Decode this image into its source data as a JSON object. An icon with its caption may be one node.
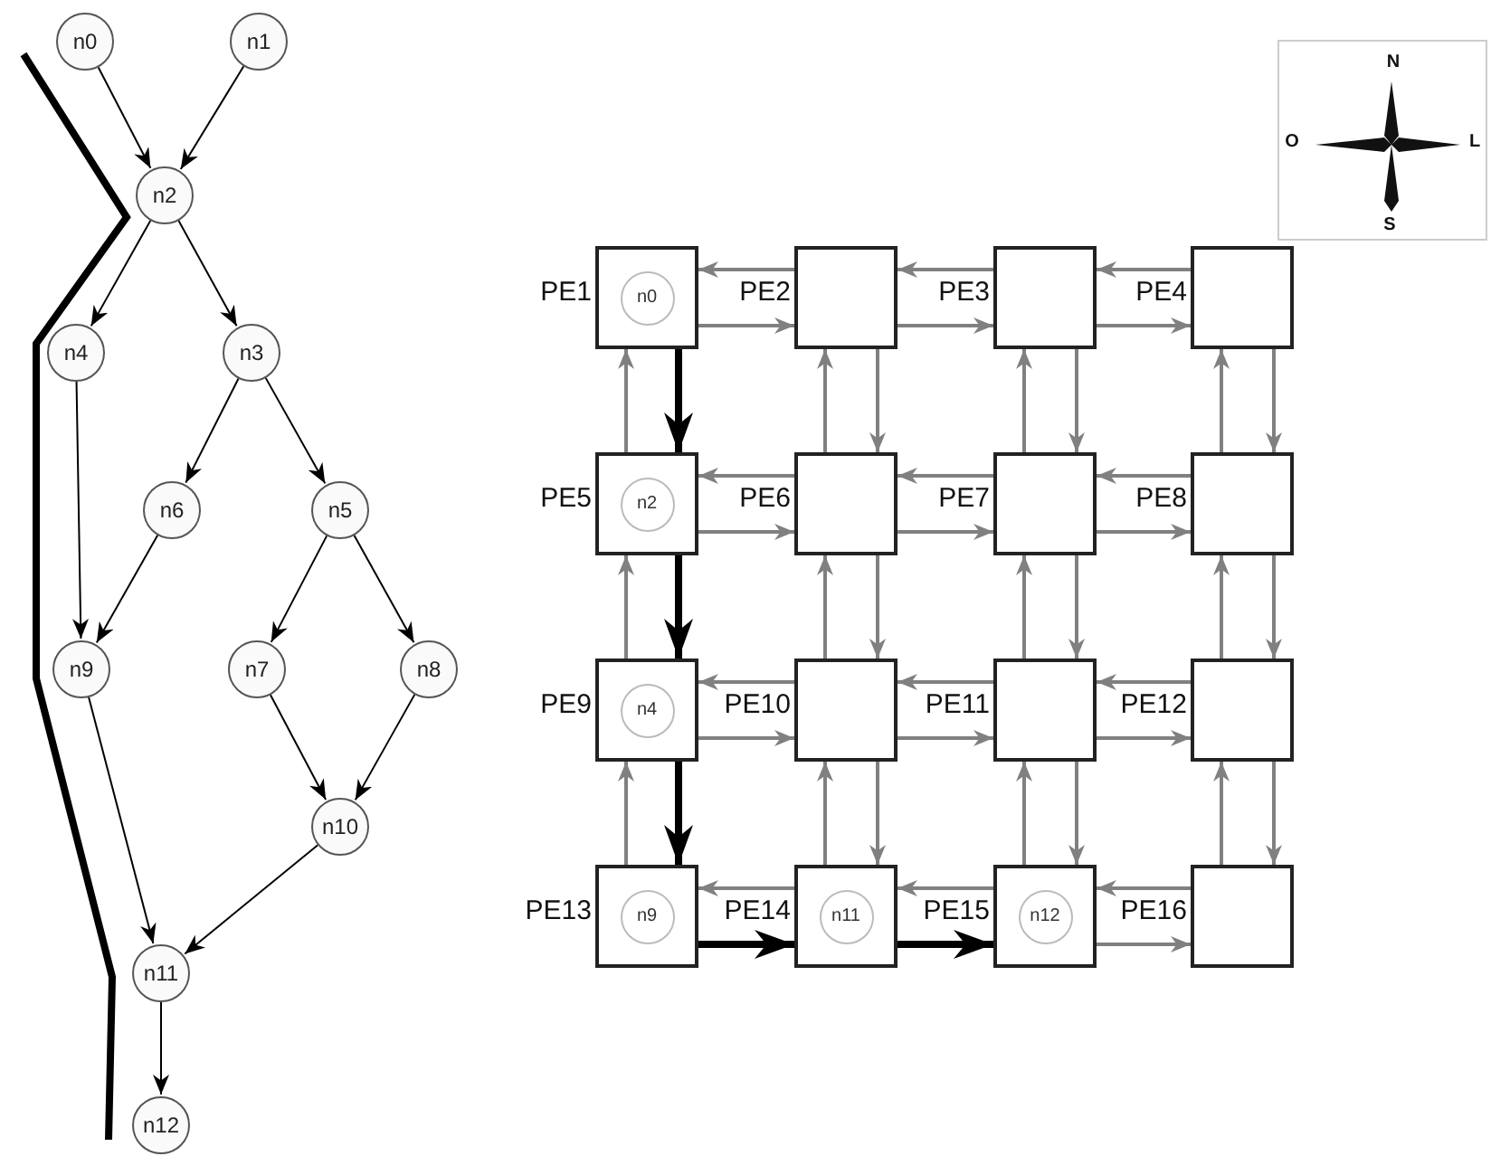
{
  "diagram": {
    "nodes": [
      {
        "text": [
          "n0"
        ]
      },
      {
        "text": [
          "n1"
        ]
      },
      {
        "text": [
          "n2"
        ]
      },
      {
        "text": [
          "n4"
        ]
      },
      {
        "text": [
          "n3"
        ]
      },
      {
        "text": [
          "n6"
        ]
      },
      {
        "text": [
          "n5"
        ]
      },
      {
        "text": [
          "n9"
        ]
      },
      {
        "text": [
          "n7"
        ]
      },
      {
        "text": [
          "n8"
        ]
      },
      {
        "text": [
          "n10"
        ]
      },
      {
        "text": [
          "n11"
        ]
      },
      {
        "text": [
          "n12"
        ]
      },
      {
        "text": [
          "PE1"
        ]
      },
      {
        "text": [
          "n0"
        ],
        "in": 13
      },
      {
        "text": [
          "PE2"
        ]
      },
      {
        "text": [
          "PE3"
        ]
      },
      {
        "text": [
          "PE4"
        ]
      },
      {
        "text": [
          "PE5"
        ]
      },
      {
        "text": [
          "n2"
        ],
        "in": 18
      },
      {
        "text": [
          "PE6"
        ]
      },
      {
        "text": [
          "PE7"
        ]
      },
      {
        "text": [
          "PE8"
        ]
      },
      {
        "text": [
          "PE9"
        ]
      },
      {
        "text": [
          "n4"
        ],
        "in": 23
      },
      {
        "text": [
          "PE10"
        ]
      },
      {
        "text": [
          "PE11"
        ]
      },
      {
        "text": [
          "PE12"
        ]
      },
      {
        "text": [
          "PE13"
        ]
      },
      {
        "text": [
          "n9"
        ],
        "in": 28
      },
      {
        "text": [
          "PE14"
        ]
      },
      {
        "text": [
          "n11"
        ],
        "in": 30
      },
      {
        "text": [
          "PE15"
        ]
      },
      {
        "text": [
          "n12"
        ],
        "in": 32
      },
      {
        "text": [
          "PE16"
        ]
      }
    ],
    "edges": [
      {
        "from": 0,
        "to": 2,
        "arrow": "to",
        "color": "#000000"
      },
      {
        "from": 1,
        "to": 2,
        "arrow": "to",
        "color": "#000000"
      },
      {
        "from": 2,
        "to": 3,
        "arrow": "to",
        "color": "#000000"
      },
      {
        "from": 2,
        "to": 4,
        "arrow": "to",
        "color": "#000000"
      },
      {
        "from": 4,
        "to": 5,
        "arrow": "to",
        "color": "#000000"
      },
      {
        "from": 4,
        "to": 6,
        "arrow": "to",
        "color": "#000000"
      },
      {
        "from": 3,
        "to": 7,
        "arrow": "to",
        "color": "#000000"
      },
      {
        "from": 5,
        "to": 7,
        "arrow": "to",
        "color": "#000000"
      },
      {
        "from": 6,
        "to": 8,
        "arrow": "to",
        "color": "#000000"
      },
      {
        "from": 6,
        "to": 9,
        "arrow": "to",
        "color": "#000000"
      },
      {
        "from": 7,
        "to": 11,
        "arrow": "to",
        "color": "#000000"
      },
      {
        "from": 8,
        "to": 10,
        "arrow": "to",
        "color": "#000000"
      },
      {
        "from": 9,
        "to": 10,
        "arrow": "to",
        "color": "#000000"
      },
      {
        "from": 10,
        "to": 11,
        "arrow": "to",
        "color": "#000000"
      },
      {
        "from": 11,
        "to": 12,
        "arrow": "to",
        "color": "#000000"
      },
      {
        "from": 15,
        "to": 13,
        "arrow": "to"
      },
      {
        "from": 13,
        "to": 15,
        "arrow": "to"
      },
      {
        "from": 16,
        "to": 15,
        "arrow": "to"
      },
      {
        "from": 15,
        "to": 16,
        "arrow": "to"
      },
      {
        "from": 17,
        "to": 16,
        "arrow": "to"
      },
      {
        "from": 16,
        "to": 17,
        "arrow": "to"
      },
      {
        "from": 20,
        "to": 18,
        "arrow": "to"
      },
      {
        "from": 18,
        "to": 20,
        "arrow": "to"
      },
      {
        "from": 21,
        "to": 20,
        "arrow": "to"
      },
      {
        "from": 20,
        "to": 21,
        "arrow": "to"
      },
      {
        "from": 22,
        "to": 21,
        "arrow": "to"
      },
      {
        "from": 21,
        "to": 22,
        "arrow": "to"
      },
      {
        "from": 25,
        "to": 23,
        "arrow": "to"
      },
      {
        "from": 23,
        "to": 25,
        "arrow": "to"
      },
      {
        "from": 26,
        "to": 25,
        "arrow": "to"
      },
      {
        "from": 25,
        "to": 26,
        "arrow": "to"
      },
      {
        "from": 27,
        "to": 26,
        "arrow": "to"
      },
      {
        "from": 26,
        "to": 27,
        "arrow": "to"
      },
      {
        "from": 30,
        "to": 28,
        "arrow": "to"
      },
      {
        "from": 28,
        "to": 30,
        "arrow": "to",
        "style": "thick",
        "color": "#000000"
      },
      {
        "from": 32,
        "to": 30,
        "arrow": "to"
      },
      {
        "from": 30,
        "to": 32,
        "arrow": "to",
        "style": "thick",
        "color": "#000000"
      },
      {
        "from": 34,
        "to": 32,
        "arrow": "to"
      },
      {
        "from": 32,
        "to": 34,
        "arrow": "to"
      },
      {
        "from": 18,
        "to": 13,
        "arrow": "to"
      },
      {
        "from": 13,
        "to": 18,
        "arrow": "to",
        "style": "thick",
        "color": "#000000"
      },
      {
        "from": 20,
        "to": 15,
        "arrow": "to"
      },
      {
        "from": 15,
        "to": 20,
        "arrow": "to"
      },
      {
        "from": 21,
        "to": 16,
        "arrow": "to"
      },
      {
        "from": 16,
        "to": 21,
        "arrow": "to"
      },
      {
        "from": 22,
        "to": 17,
        "arrow": "to"
      },
      {
        "from": 17,
        "to": 22,
        "arrow": "to"
      },
      {
        "from": 23,
        "to": 18,
        "arrow": "to"
      },
      {
        "from": 18,
        "to": 23,
        "arrow": "to",
        "style": "thick",
        "color": "#000000"
      },
      {
        "from": 25,
        "to": 20,
        "arrow": "to"
      },
      {
        "from": 20,
        "to": 25,
        "arrow": "to"
      },
      {
        "from": 26,
        "to": 21,
        "arrow": "to"
      },
      {
        "from": 21,
        "to": 26,
        "arrow": "to"
      },
      {
        "from": 27,
        "to": 22,
        "arrow": "to"
      },
      {
        "from": 22,
        "to": 27,
        "arrow": "to"
      },
      {
        "from": 28,
        "to": 23,
        "arrow": "to"
      },
      {
        "from": 23,
        "to": 28,
        "arrow": "to",
        "style": "thick",
        "color": "#000000"
      },
      {
        "from": 30,
        "to": 25,
        "arrow": "to"
      },
      {
        "from": 25,
        "to": 30,
        "arrow": "to"
      },
      {
        "from": 32,
        "to": 26,
        "arrow": "to"
      },
      {
        "from": 26,
        "to": 32,
        "arrow": "to"
      },
      {
        "from": 34,
        "to": 27,
        "arrow": "to"
      },
      {
        "from": 27,
        "to": 34,
        "arrow": "to"
      }
    ],
    "labels": [
      "N",
      "O",
      "L",
      "S"
    ]
  }
}
